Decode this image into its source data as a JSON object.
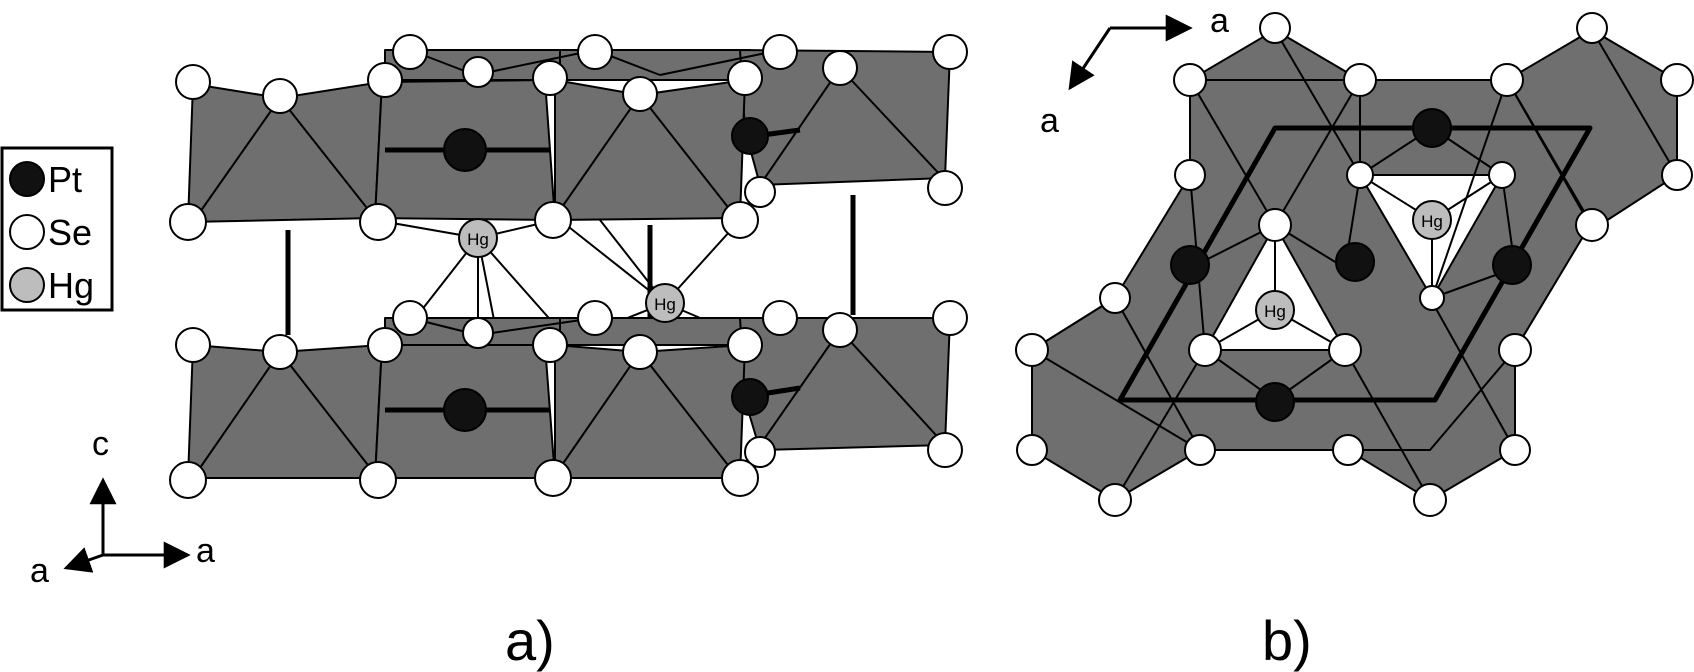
{
  "legend": {
    "items": [
      {
        "label": "Pt",
        "color": "#111111"
      },
      {
        "label": "Se",
        "color": "#ffffff"
      },
      {
        "label": "Hg",
        "color": "#bdbdbd"
      }
    ]
  },
  "atom_label": "Hg",
  "axes_a": {
    "up": "c",
    "left": "a",
    "right": "a"
  },
  "axes_b": {
    "right": "a",
    "down": "a"
  },
  "panel_labels": {
    "a": "a)",
    "b": "b)"
  },
  "colors": {
    "polyhedron": "#6f6f6f",
    "pt": "#111111",
    "se": "#ffffff",
    "hg": "#bdbdbd"
  }
}
